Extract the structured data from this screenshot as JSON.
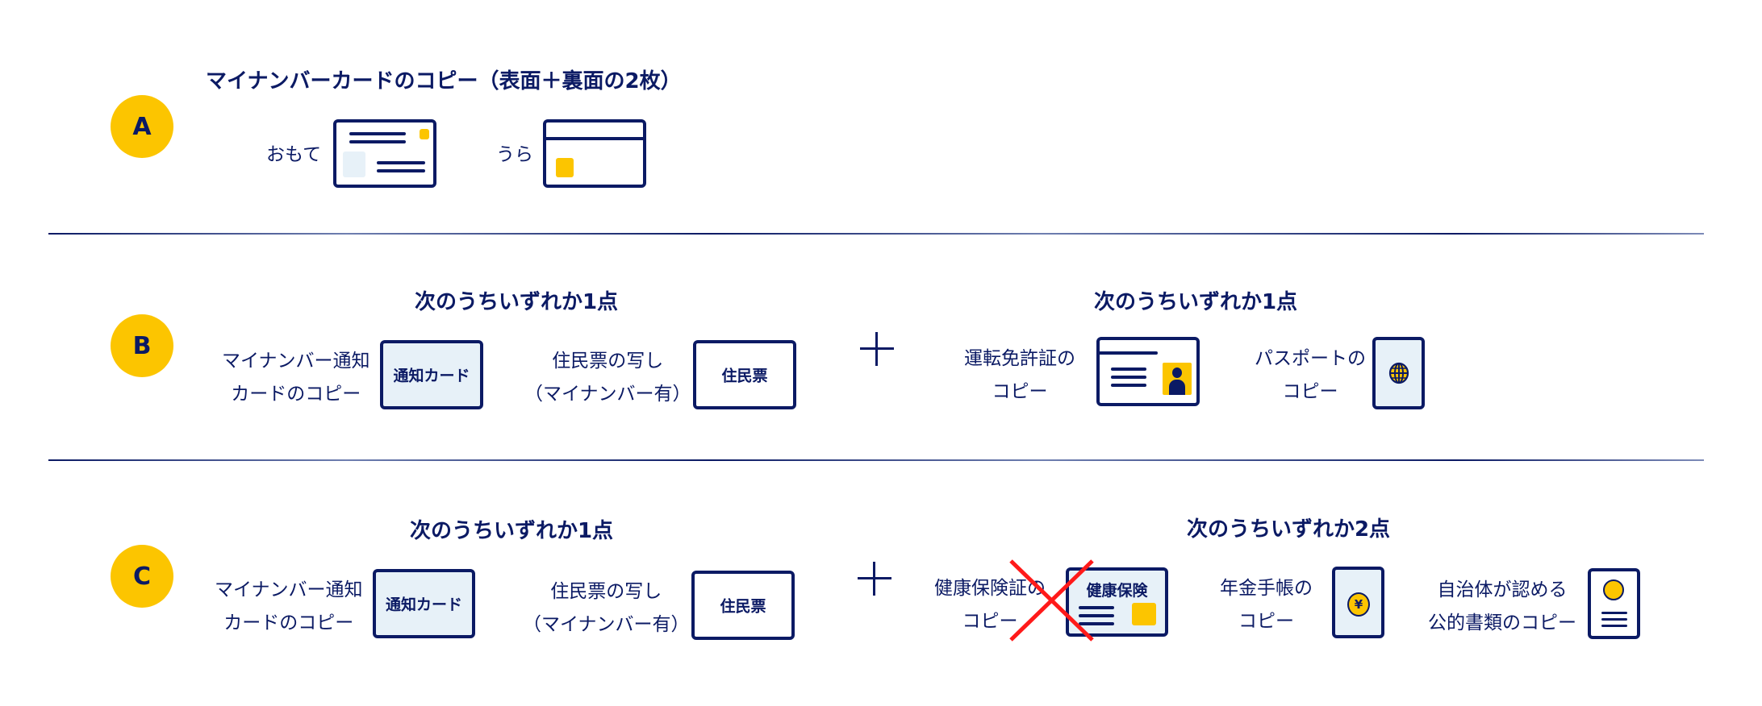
{
  "colors": {
    "navy": "#0b1a64",
    "yellow": "#fcc500",
    "card_fill_blue": "#e7f1f8",
    "cross_red": "#ff1a1a"
  },
  "section_a": {
    "badge": "A",
    "title": "マイナンバーカードのコピー（表面＋裏面の2枚）",
    "items": [
      {
        "label": "おもて",
        "icon": "mynumber-card-front-icon"
      },
      {
        "label": "うら",
        "icon": "mynumber-card-back-icon"
      }
    ]
  },
  "section_b": {
    "badge": "B",
    "group1": {
      "header": "次のうちいずれか1点",
      "items": [
        {
          "label_line1": "マイナンバー通知",
          "label_line2": "カードのコピー",
          "card_text": "通知カード",
          "icon": "notice-card-icon"
        },
        {
          "label_line1": "住民票の写し",
          "label_line2": "（マイナンバー有）",
          "card_text": "住民票",
          "icon": "resident-record-icon"
        }
      ]
    },
    "plus": "+",
    "group2": {
      "header": "次のうちいずれか1点",
      "items": [
        {
          "label_line1": "運転免許証の",
          "label_line2": "コピー",
          "icon": "drivers-license-icon"
        },
        {
          "label_line1": "パスポートの",
          "label_line2": "コピー",
          "icon": "passport-globe-icon"
        }
      ]
    }
  },
  "section_c": {
    "badge": "C",
    "group1": {
      "header": "次のうちいずれか1点",
      "items": [
        {
          "label_line1": "マイナンバー通知",
          "label_line2": "カードのコピー",
          "card_text": "通知カード",
          "icon": "notice-card-icon"
        },
        {
          "label_line1": "住民票の写し",
          "label_line2": "（マイナンバー有）",
          "card_text": "住民票",
          "icon": "resident-record-icon"
        }
      ]
    },
    "plus": "+",
    "group2": {
      "header": "次のうちいずれか2点",
      "items": [
        {
          "label_line1": "健康保険証の",
          "label_line2": "コピー",
          "card_text": "健康保険",
          "icon": "health-insurance-card-icon",
          "crossed_out": true
        },
        {
          "label_line1": "年金手帳の",
          "label_line2": "コピー",
          "icon": "pension-book-yen-icon",
          "yen": "¥"
        },
        {
          "label_line1": "自治体が認める",
          "label_line2": "公的書類のコピー",
          "icon": "official-document-icon"
        }
      ]
    }
  }
}
